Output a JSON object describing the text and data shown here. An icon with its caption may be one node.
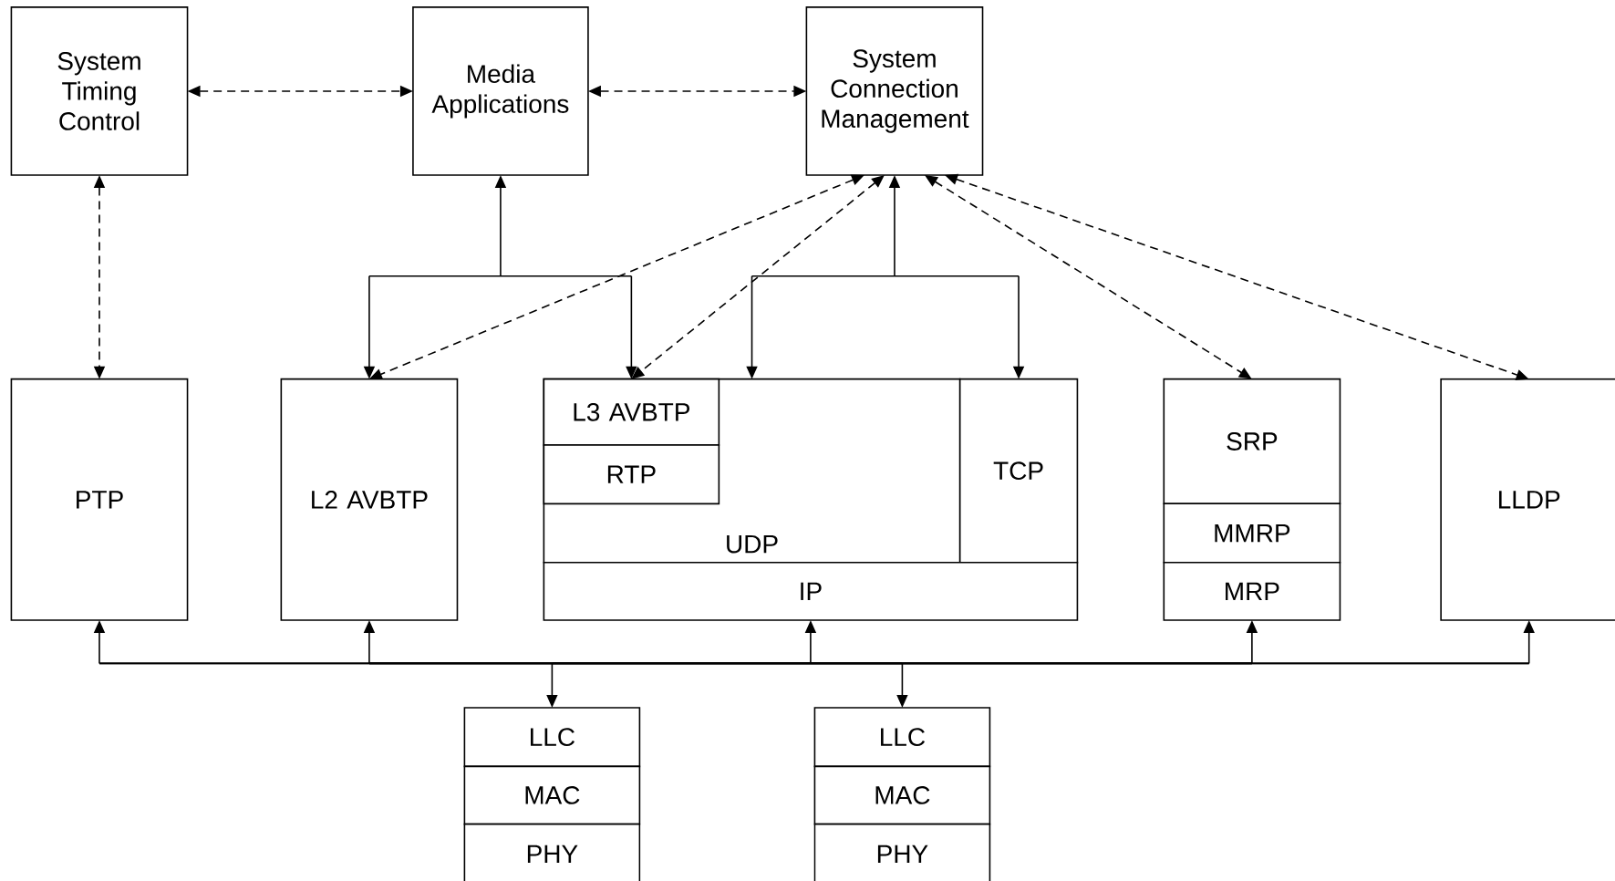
{
  "diagram": {
    "nodes": [
      {
        "text": [
          "System Timing Control"
        ]
      },
      {
        "text": [
          "Media Applications"
        ]
      },
      {
        "text": [
          "System Connection Management"
        ]
      },
      {
        "text": [
          "PTP"
        ]
      },
      {
        "text": [
          "L2 AVBTP"
        ]
      },
      {
        "text": [
          "UDP"
        ]
      },
      {
        "text": [
          "L3 AVBTP"
        ],
        "in": 5
      },
      {
        "text": [
          "RTP"
        ],
        "in": 5
      },
      {
        "text": [
          "TCP"
        ]
      },
      {
        "text": [
          "IP"
        ]
      },
      {
        "text": [
          "SRP"
        ]
      },
      {
        "text": [
          "MMRP"
        ]
      },
      {
        "text": [
          "MRP"
        ]
      },
      {
        "text": [
          "LLDP"
        ]
      },
      {
        "text": [
          "LLC"
        ]
      },
      {
        "text": [
          "MAC"
        ]
      },
      {
        "text": [
          "PHY"
        ]
      },
      {
        "text": [
          "LLC"
        ]
      },
      {
        "text": [
          "MAC"
        ]
      },
      {
        "text": [
          "PHY"
        ]
      }
    ],
    "edges": [
      {
        "from": 0,
        "to": 1,
        "arrow": "both",
        "style": "dashed"
      },
      {
        "from": 1,
        "to": 2,
        "arrow": "both",
        "style": "dashed"
      },
      {
        "from": 0,
        "to": 3,
        "arrow": "both",
        "style": "dashed"
      },
      {
        "from": 1,
        "to": 4,
        "arrow": "both"
      },
      {
        "from": 1,
        "to": 6,
        "arrow": "both"
      },
      {
        "from": 2,
        "to": 5,
        "arrow": "both"
      },
      {
        "from": 2,
        "to": 8,
        "arrow": "both"
      },
      {
        "from": 2,
        "to": 4,
        "arrow": "both",
        "style": "dashed"
      },
      {
        "from": 2,
        "to": 6,
        "arrow": "both",
        "style": "dashed"
      },
      {
        "from": 2,
        "to": 10,
        "arrow": "both",
        "style": "dashed"
      },
      {
        "from": 2,
        "to": 13,
        "arrow": "both",
        "style": "dashed"
      },
      {
        "from": 14,
        "to": 3,
        "arrow": "both"
      },
      {
        "from": 14,
        "to": 4,
        "arrow": "both"
      },
      {
        "from": 14,
        "to": 9,
        "arrow": "both"
      },
      {
        "from": 14,
        "to": 12,
        "arrow": "both"
      },
      {
        "from": 14,
        "to": 13,
        "arrow": "both"
      },
      {
        "from": 17,
        "to": 3,
        "arrow": "both"
      },
      {
        "from": 17,
        "to": 4,
        "arrow": "both"
      },
      {
        "from": 17,
        "to": 9,
        "arrow": "both"
      },
      {
        "from": 17,
        "to": 12,
        "arrow": "both"
      },
      {
        "from": 17,
        "to": 13,
        "arrow": "both"
      }
    ]
  }
}
